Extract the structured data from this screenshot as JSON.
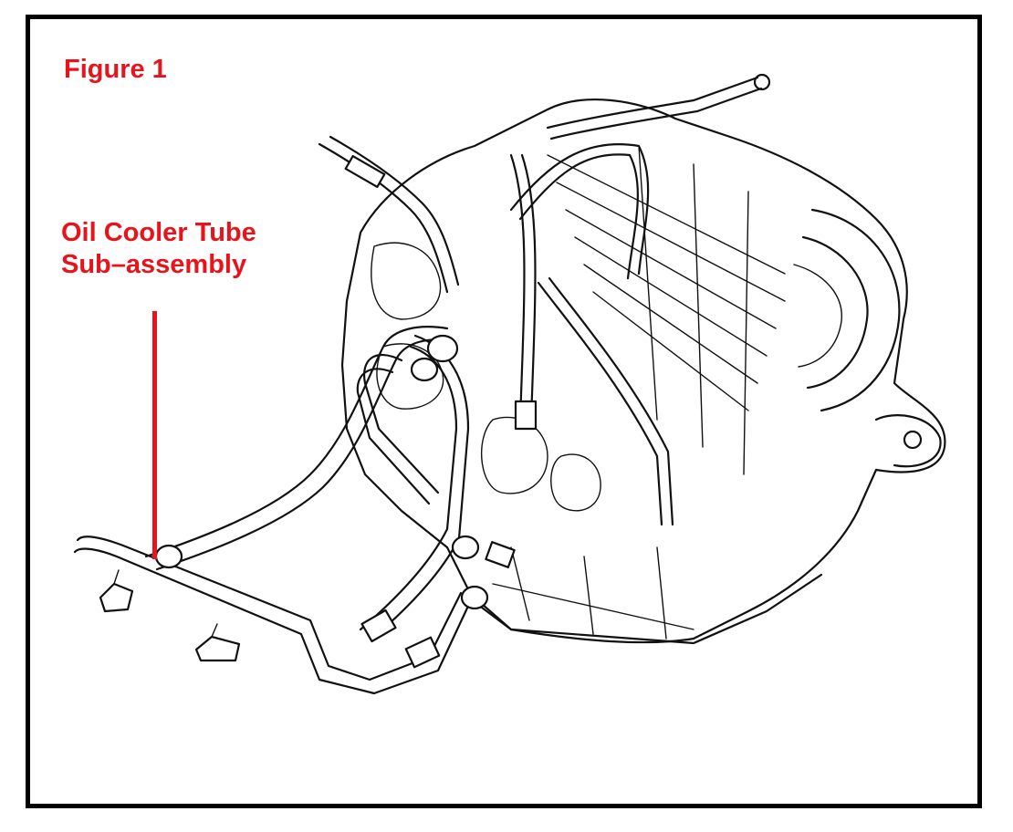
{
  "figure": {
    "title": "Figure 1",
    "callout_line1": "Oil Cooler Tube",
    "callout_line2": "Sub–assembly"
  },
  "colors": {
    "label": "#e8141c",
    "leader": "#e8141c",
    "frame": "#000000",
    "drawing": "#111111"
  },
  "illustration": {
    "subject": "transmission-assembly",
    "icon": "line-art-transaxle"
  }
}
